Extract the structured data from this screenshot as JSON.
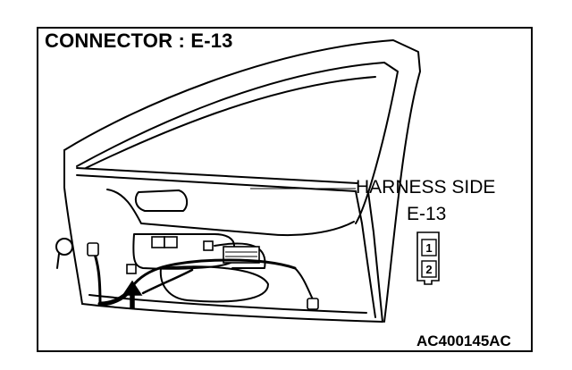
{
  "title": "CONNECTOR : E-13",
  "harness": {
    "label": "HARNESS SIDE",
    "connector_id": "E-13",
    "pins": [
      "1",
      "2"
    ]
  },
  "figure_id": "AC400145AC",
  "icons": [
    "door-trim-drawing",
    "connector-icon",
    "arrow-up-icon"
  ]
}
